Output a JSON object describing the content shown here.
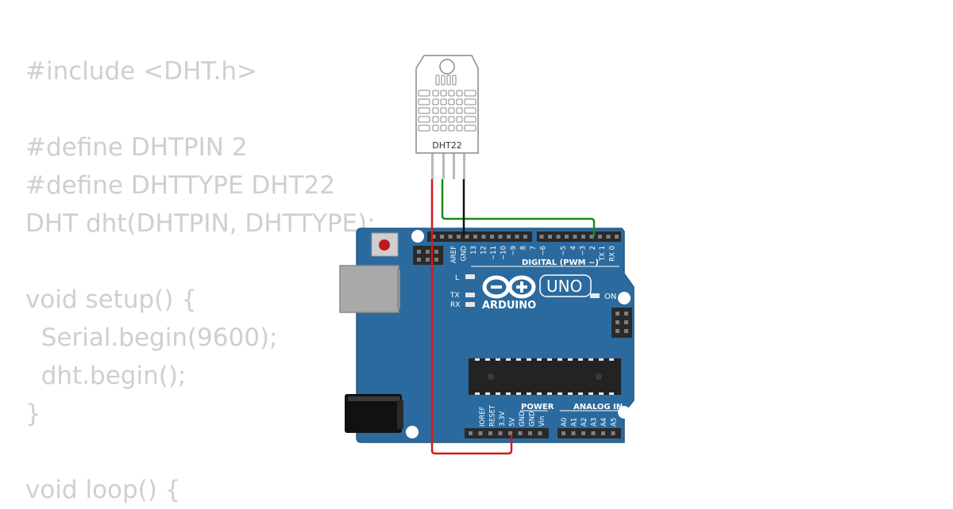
{
  "code_lines": [
    "#include <DHT.h>",
    "",
    "#define DHTPIN 2",
    "#define DHTTYPE DHT22",
    "DHT dht(DHTPIN, DHTTYPE);",
    "",
    "void setup() {",
    "  Serial.begin(9600);",
    "  dht.begin();",
    "}",
    "",
    "void loop() {"
  ],
  "sensor": {
    "label": "DHT22"
  },
  "board": {
    "brand": "ARDUINO",
    "model": "UNO",
    "led_l": "L",
    "led_tx": "TX",
    "led_rx": "RX",
    "led_on": "ON",
    "digital_header": "DIGITAL (PWM ~)",
    "power_header": "POWER",
    "analog_header": "ANALOG IN",
    "top_pins": [
      "AREF",
      "GND",
      "13",
      "12",
      "~11",
      "~10",
      "~9",
      "8",
      "7",
      "~6",
      "~5",
      "4",
      "~3",
      "2",
      "TX 1",
      "RX 0"
    ],
    "power_pins": [
      "IOREF",
      "RESET",
      "3.3V",
      "5V",
      "GND",
      "GND",
      "Vin"
    ],
    "analog_pins": [
      "A0",
      "A1",
      "A2",
      "A3",
      "A4",
      "A5"
    ]
  },
  "colors": {
    "code_text": "#cfcfcf",
    "board": "#2b6a9e",
    "wire_vcc": "#d11a1a",
    "wire_data": "#1a8a1a",
    "wire_gnd": "#111111"
  }
}
